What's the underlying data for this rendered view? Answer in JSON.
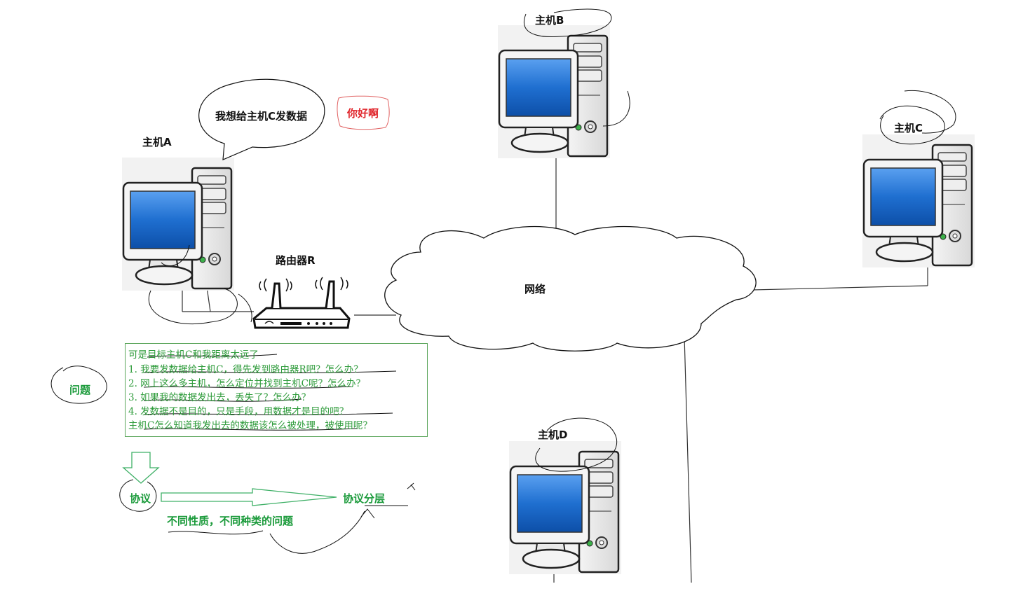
{
  "hosts": {
    "a": "主机A",
    "b": "主机B",
    "c": "主机C",
    "d": "主机D"
  },
  "router_label": "路由器R",
  "network_label": "网络",
  "speech_bubble": "我想给主机C发数据",
  "hello_note": "你好啊",
  "problem_box": {
    "title": "可是目标主机C和我距离太远了",
    "lines": [
      "1.  我要发数据给主机C，得先发到路由器R吧？怎么办？",
      "2.  网上这么多主机，怎么定位并找到主机C呢？怎么办？",
      "3.  如果我的数据发出去，丢失了？怎么办？",
      "4.  发数据不是目的，只是手段，用数据才是目的吧？",
      "     主机C怎么知道我发出去的数据该怎么被处理，被使用呢？"
    ]
  },
  "problem_label": "问题",
  "protocol_label": "协议",
  "protocol_layering_label": "协议分层",
  "issue_types_label": "不同性质，不同种类的问题",
  "colors": {
    "annotation_green": "#1a9a3a",
    "hello_red": "#e0242a",
    "screen_blue": "#1f6fd0"
  }
}
